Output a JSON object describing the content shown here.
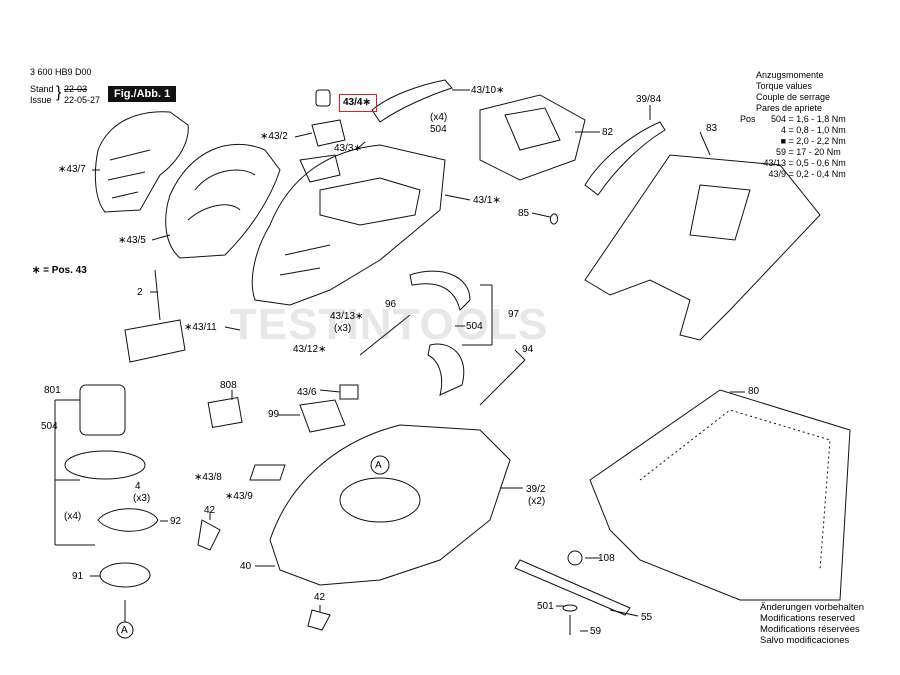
{
  "header": {
    "doc_number": "3 600 HB9 D00",
    "stand_label": "Stand",
    "stand_date_old": "22-03",
    "issue_label": "Issue",
    "issue_date": "22-05-27",
    "figure_badge": "Fig./Abb. 1"
  },
  "legend_note": "∗ = Pos. 43",
  "watermark": "TESTINTOOLS",
  "highlight": {
    "label": "43/4∗",
    "color": "#d6202a"
  },
  "torque": {
    "titles": [
      "Anzugsmomente",
      "Torque values",
      "Couple de serrage",
      "Pares de apriete"
    ],
    "pos_label": "Pos",
    "rows": [
      {
        "pos": "504",
        "value": "1,6 - 1,8 Nm"
      },
      {
        "pos": "4",
        "value": "0,8 - 1,0 Nm"
      },
      {
        "pos": "■",
        "value": "2,0 - 2,2 Nm"
      },
      {
        "pos": "59",
        "value": "17 - 20 Nm"
      },
      {
        "pos": "43/13",
        "value": "0,5 - 0,6 Nm"
      },
      {
        "pos": "43/9",
        "value": "0,2 - 0,4 Nm"
      }
    ]
  },
  "notes": [
    "Änderungen vorbehalten",
    "Modifications reserved",
    "Modifications réservées",
    "Salvo modificaciones"
  ],
  "parts": {
    "p43_7": "∗43/7",
    "p43_5": "∗43/5",
    "p43_2": "∗43/2",
    "p43_3": "43/3∗",
    "p43_10": "43/10∗",
    "p504_top": "504",
    "x4_top": "(x4)",
    "p43_1": "43/1∗",
    "p82": "82",
    "p39_84": "39/84",
    "p83": "83",
    "p85": "85",
    "p2": "2",
    "p43_11": "∗43/11",
    "p43_13": "43/13∗",
    "x3_mid": "(x3)",
    "p43_12": "43/12∗",
    "p96": "96",
    "p97": "97",
    "p504_mid": "504",
    "p94": "94",
    "p801": "801",
    "p808": "808",
    "p43_6": "43/6",
    "p99": "99",
    "p504_left": "504",
    "p4": "4",
    "x3_left": "(x3)",
    "x4_left": "(x4)",
    "p92": "92",
    "p43_8": "∗43/8",
    "p43_9": "∗43/9",
    "pA_mid": "A",
    "p39_2": "39/2",
    "x2": "(x2)",
    "p80": "80",
    "p42_left": "42",
    "p40": "40",
    "p108": "108",
    "p91": "91",
    "pA_bottom": "A",
    "p42_bottom": "42",
    "p501": "501",
    "p55": "55",
    "p59": "59"
  }
}
